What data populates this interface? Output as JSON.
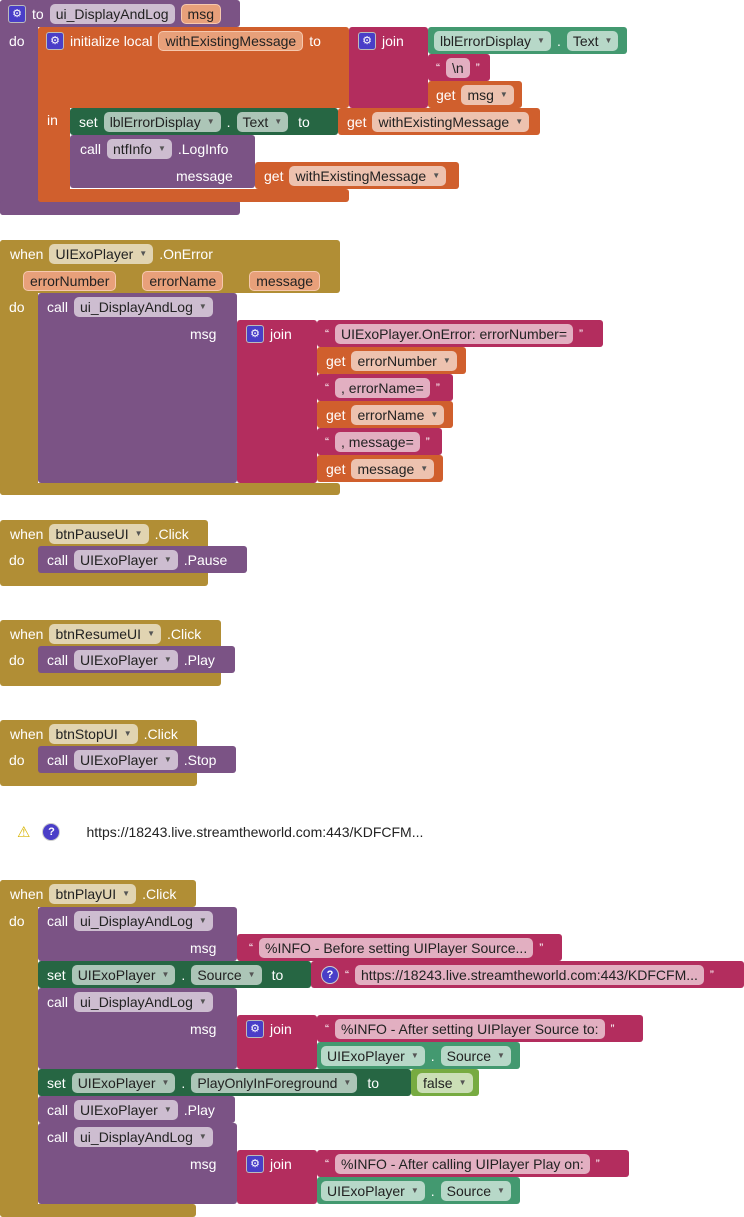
{
  "proc": {
    "to": "to",
    "name": "ui_DisplayAndLog",
    "param": "msg",
    "do": "do",
    "init": "initialize local",
    "local_var": "withExistingMessage",
    "to2": "to",
    "join": "join",
    "comp": "lblErrorDisplay",
    "prop": "Text",
    "newline": "\\n",
    "get": "get",
    "get_var": "msg",
    "in": "in",
    "set": "set",
    "set_comp": "lblErrorDisplay",
    "set_prop": "Text",
    "set_to": "to",
    "get2": "get",
    "get2_var": "withExistingMessage",
    "call": "call",
    "call_comp": "ntfInfo",
    "call_method": ".LogInfo",
    "message_label": "message",
    "get3": "get",
    "get3_var": "withExistingMessage"
  },
  "onerror": {
    "when": "when",
    "comp": "UIExoPlayer",
    "event": ".OnError",
    "params": [
      "errorNumber",
      "errorName",
      "message"
    ],
    "do": "do",
    "call": "call",
    "proc": "ui_DisplayAndLog",
    "msg": "msg",
    "join": "join",
    "t1": "UIExoPlayer.OnError: errorNumber=",
    "get": "get",
    "v1": "errorNumber",
    "t2": ", errorName=",
    "v2": "errorName",
    "t3": ", message=",
    "v3": "message"
  },
  "pause": {
    "when": "when",
    "comp": "btnPauseUI",
    "event": ".Click",
    "do": "do",
    "call": "call",
    "target": "UIExoPlayer",
    "method": ".Pause"
  },
  "resume": {
    "when": "when",
    "comp": "btnResumeUI",
    "event": ".Click",
    "do": "do",
    "call": "call",
    "target": "UIExoPlayer",
    "method": ".Play"
  },
  "stop": {
    "when": "when",
    "comp": "btnStopUI",
    "event": ".Click",
    "do": "do",
    "call": "call",
    "target": "UIExoPlayer",
    "method": ".Stop"
  },
  "warning": {
    "text": "https://18243.live.streamtheworld.com:443/KDFCFM..."
  },
  "play": {
    "when": "when",
    "comp": "btnPlayUI",
    "event": ".Click",
    "do": "do",
    "call": "call",
    "proc": "ui_DisplayAndLog",
    "msg": "msg",
    "t1": "%INFO - Before setting UIPlayer Source...",
    "set": "set",
    "player": "UIExoPlayer",
    "source": "Source",
    "to": "to",
    "url": "https://18243.live.streamtheworld.com:443/KDFCFM...",
    "join": "join",
    "t2": "%INFO - After setting UIPlayer Source to:",
    "pof": "PlayOnlyInForeground",
    "false": "false",
    "play": ".Play",
    "t3": "%INFO - After calling UIPlayer Play on:"
  }
}
